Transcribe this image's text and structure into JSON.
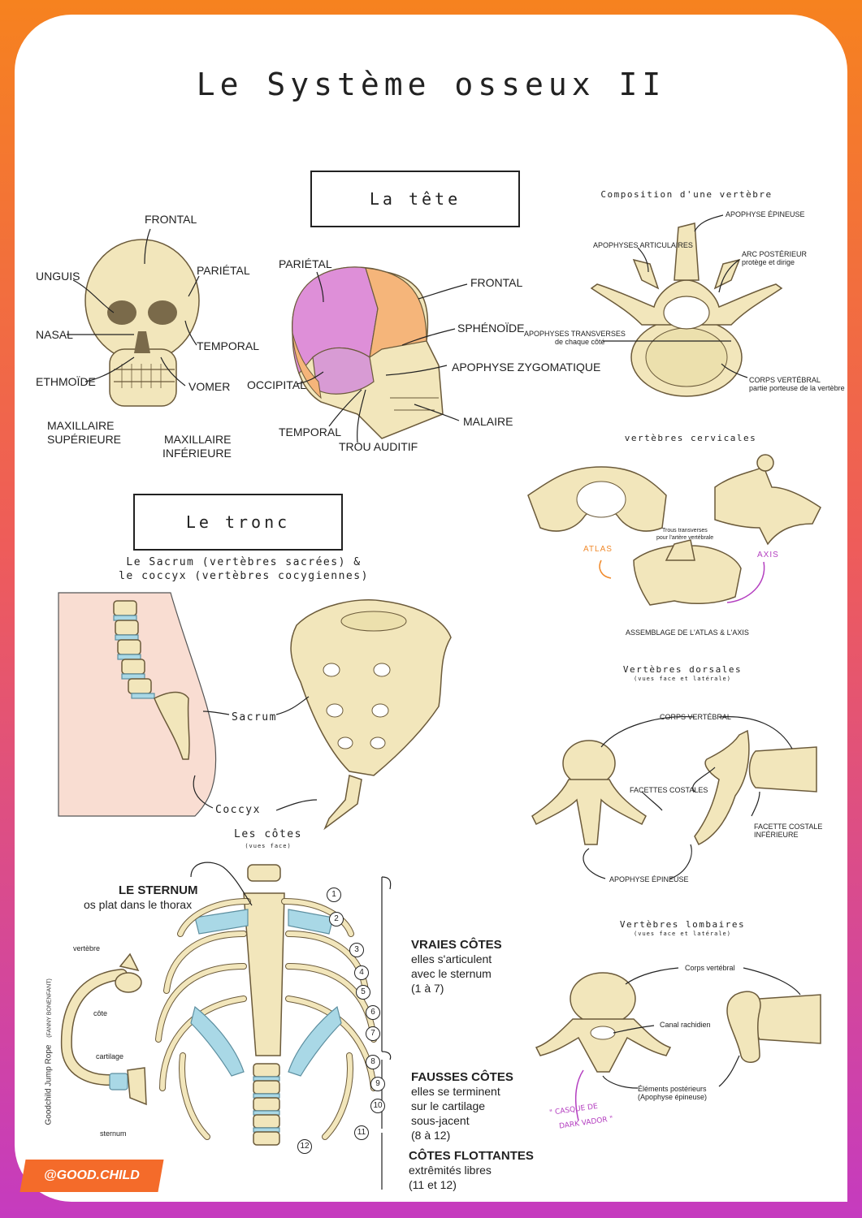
{
  "title": "Le Système osseux II",
  "colors": {
    "frame_top": "#f6821f",
    "frame_bottom": "#c53bbf",
    "bone": "#f2e6bb",
    "cartilage": "#a9d8e6",
    "parietal": "#de8fd8",
    "frontal_side": "#f5b57a",
    "atlas": "#f08a2c",
    "axis": "#b43fc0"
  },
  "head": {
    "heading": "La tête",
    "front_labels": {
      "frontal": "FRONTAL",
      "parietal": "PARIÉTAL",
      "unguis": "UNGUIS",
      "nasal": "NASAL",
      "temporal": "TEMPORAL",
      "ethmoide": "ETHMOÏDE",
      "vomer": "VOMER",
      "maxillaire_sup_1": "MAXILLAIRE",
      "maxillaire_sup_2": "SUPÉRIEURE",
      "maxillaire_inf_1": "MAXILLAIRE",
      "maxillaire_inf_2": "INFÉRIEURE"
    },
    "side_labels": {
      "parietal": "PARIÉTAL",
      "frontal": "FRONTAL",
      "sphenoide": "SPHÉNOÏDE",
      "zygomatique": "APOPHYSE ZYGOMATIQUE",
      "occipital": "OCCIPITAL",
      "malaire": "MALAIRE",
      "temporal": "TEMPORAL",
      "trou_auditif": "TROU AUDITIF"
    }
  },
  "vertebra_composition": {
    "heading": "Composition d'une vertèbre",
    "apophyse_epineuse": "APOPHYSE ÉPINEUSE",
    "apophyses_articulaires": "APOPHYSES ARTICULAIRES",
    "arc_posterieur": "ARC POSTÉRIEUR",
    "arc_posterieur_desc": "protège et dirige",
    "apophyses_transverses": "APOPHYSES TRANSVERSES",
    "apophyses_transverses_desc": "de chaque côté",
    "corps_vertebral": "CORPS VERTÉBRAL",
    "corps_vertebral_desc": "partie porteuse de la vertèbre"
  },
  "cervical": {
    "heading": "vertèbres cervicales",
    "trous_1": "Trous transverses",
    "trous_2": "pour l'artère vertébrale",
    "atlas": "ATLAS",
    "axis": "AXIS",
    "assemblage": "ASSEMBLAGE DE L'ATLAS & L'AXIS"
  },
  "dorsal": {
    "heading": "Vertèbres dorsales",
    "sub": "(vues face et latérale)",
    "corps": "CORPS VERTÉBRAL",
    "facettes": "FACETTES COSTALES",
    "facette_inf_1": "FACETTE COSTALE",
    "facette_inf_2": "INFÉRIEURE",
    "apophyse": "APOPHYSE ÉPINEUSE"
  },
  "lumbar": {
    "heading": "Vertèbres lombaires",
    "sub": "(vues face et latérale)",
    "corps": "Corps vertébral",
    "canal": "Canal rachidien",
    "elements_1": "Éléments postérieurs",
    "elements_2": "(Apophyse épineuse)",
    "note_1": "\" CASQUE DE",
    "note_2": "DARK VADOR \""
  },
  "trunk": {
    "heading": "Le tronc",
    "sacrum_title_1": "Le Sacrum (vertèbres sacrées) &",
    "sacrum_title_2": "le coccyx (vertèbres cocygiennes)",
    "sacrum": "Sacrum",
    "coccyx": "Coccyx"
  },
  "ribs": {
    "heading": "Les côtes",
    "sub": "(vues face)",
    "sternum_title": "LE STERNUM",
    "sternum_desc": "os plat dans le thorax",
    "vertebre": "vertèbre",
    "cote": "côte",
    "cartilage": "cartilage",
    "sternum": "sternum",
    "numbers": [
      "1",
      "2",
      "3",
      "4",
      "5",
      "6",
      "7",
      "8",
      "9",
      "10",
      "11",
      "12"
    ],
    "vraies_title": "VRAIES CÔTES",
    "vraies_desc": [
      "elles s'articulent",
      "avec le sternum",
      "(1 à 7)"
    ],
    "fausses_title": "FAUSSES CÔTES",
    "fausses_desc": [
      "elles se terminent",
      "sur le cartilage",
      "sous-jacent",
      "(8 à 12)"
    ],
    "flottantes_title": "CÔTES FLOTTANTES",
    "flottantes_desc": [
      "extrêmités libres",
      "(11 et 12)"
    ]
  },
  "credit": "Goodchild Jump Rope",
  "credit_author": "(FANNY BONENFANT)",
  "brand": "@GOOD.CHILD"
}
